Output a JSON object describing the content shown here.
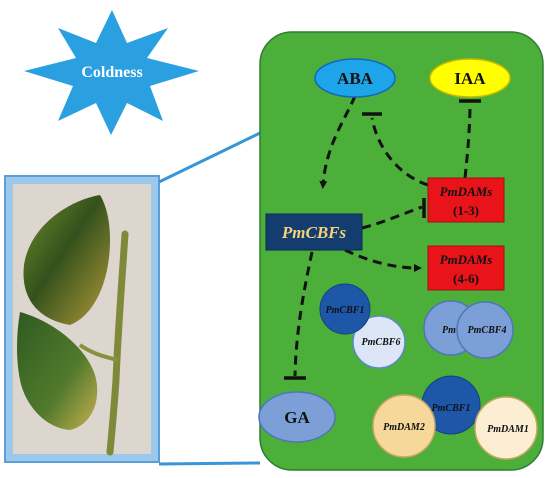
{
  "burst": {
    "label": "Coldness",
    "fill": "#2aa0e0"
  },
  "panel": {
    "fill": "#4caf3a",
    "stroke": "#2e7d32"
  },
  "nodes": {
    "aba": {
      "label": "ABA",
      "fill": "#1ea4e8"
    },
    "iaa": {
      "label": "IAA",
      "fill": "#ffff00"
    },
    "pmcbfs": {
      "label": "PmCBFs",
      "fill": "#133d6e",
      "text_color": "#f5d27a"
    },
    "dam13": {
      "label": "PmDAMs",
      "sub": "(1-3)",
      "fill": "#e8141a"
    },
    "dam46": {
      "label": "PmDAMs",
      "sub": "(4-6)",
      "fill": "#e8141a"
    },
    "ga": {
      "label": "GA",
      "fill": "#7b9fd6"
    }
  },
  "complexes": {
    "c1": {
      "a": "PmCBF1",
      "b": "PmCBF6"
    },
    "c2": {
      "a": "Pm",
      "b": "PmCBF4"
    },
    "c3": {
      "a": "PmCBF1",
      "b": "PmDAM2",
      "c": "PmDAM1"
    }
  },
  "photo": {
    "frame_color": "#9cc8ec"
  }
}
